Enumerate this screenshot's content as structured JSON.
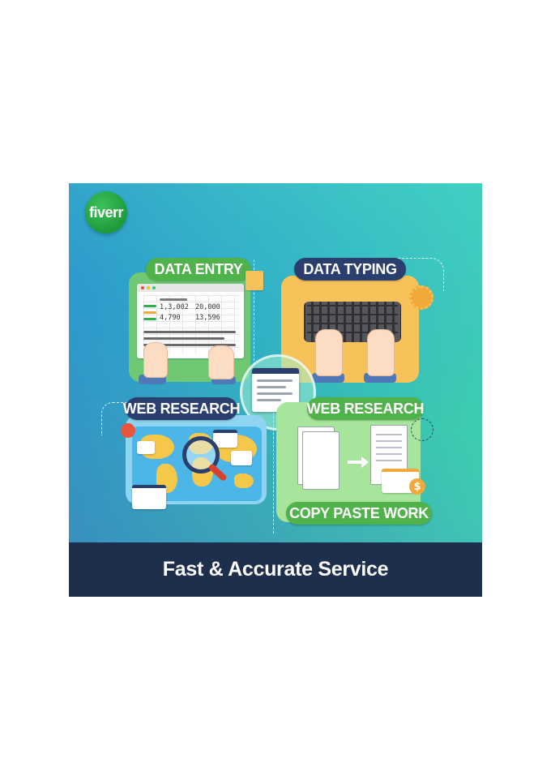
{
  "brand": {
    "logo_text": "fiverr"
  },
  "panels": {
    "data_entry": {
      "label": "DATA ENTRY",
      "values": [
        "1,3,002",
        "20,000",
        "4,790",
        "13,596"
      ]
    },
    "data_typing": {
      "label": "DATA TYPING"
    },
    "web_research_left": {
      "label": "WEB RESEARCH"
    },
    "web_research_right": {
      "label": "WEB RESEARCH"
    },
    "copy_paste": {
      "label": "COPY PASTE WORK",
      "coin_symbol": "$"
    }
  },
  "footer": {
    "title": "Fast & Accurate Service"
  },
  "colors": {
    "green_pill": "#4fb24a",
    "navy_pill": "#2b3f6e",
    "footer_bg": "#1e2f4d",
    "logo_green": "#1e9a3c"
  },
  "icons": [
    "keyboard-icon",
    "spreadsheet-icon",
    "world-map-icon",
    "magnifier-icon",
    "document-icon",
    "arrow-right-icon",
    "dollar-coin-icon"
  ]
}
